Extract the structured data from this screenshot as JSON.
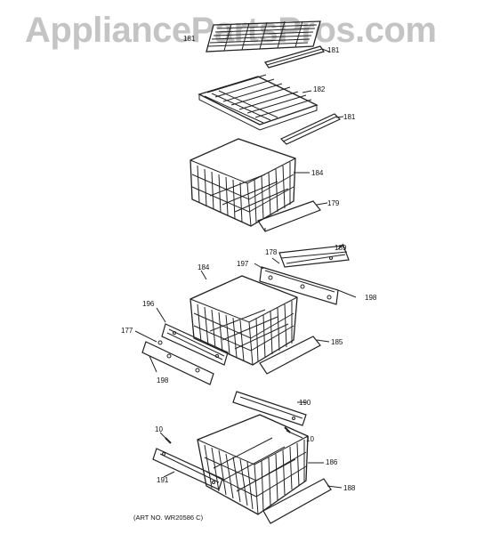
{
  "watermark": "AppliancePartsPros.com",
  "art_number": "(ART NO. WR20586 C)",
  "callouts": {
    "c181a": "181",
    "c181_shelf": "181",
    "c182": "182",
    "c181b": "181",
    "c184a": "184",
    "c179": "179",
    "c189": "189",
    "c178": "178",
    "c197": "197",
    "c198a": "198",
    "c184b": "184",
    "c196": "196",
    "c177": "177",
    "c185": "185",
    "c198b": "198",
    "c190": "190",
    "c10a": "10",
    "c10b": "10",
    "c186": "186",
    "c191": "191",
    "c188": "188"
  }
}
